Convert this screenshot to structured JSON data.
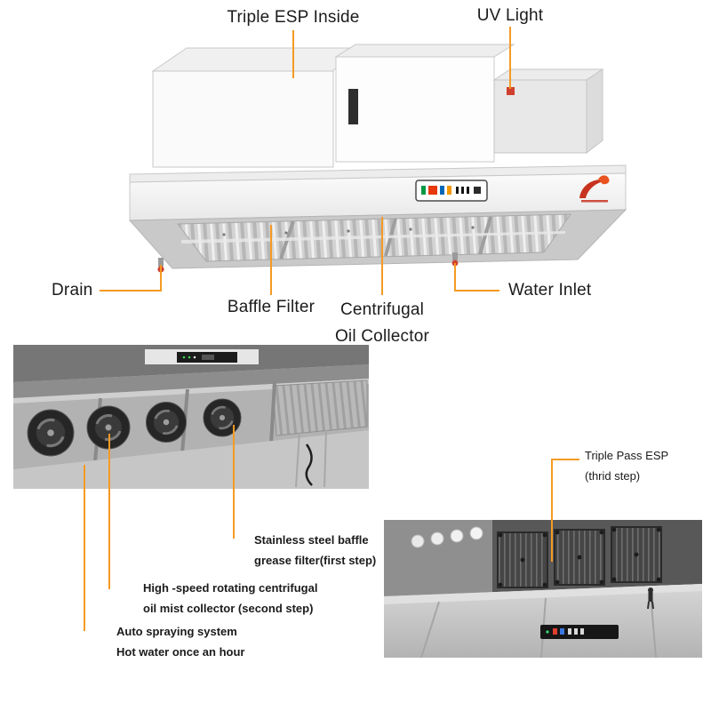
{
  "colors": {
    "connector": "#F59A23",
    "text": "#1B1B1B",
    "logo_red": "#C7331F",
    "fitting_red": "#D0402E"
  },
  "hood_diagram": {
    "labels": {
      "triple_esp": "Triple ESP Inside",
      "uv_light": "UV Light",
      "drain": "Drain",
      "baffle_filter": "Baffle Filter",
      "centrifugal_oil_collector": [
        "Centrifugal",
        "Oil Collector"
      ],
      "water_inlet": "Water Inlet"
    }
  },
  "detail_section": {
    "labels": {
      "triple_pass_esp": [
        "Triple Pass ESP",
        "(thrid step)"
      ],
      "stainless_baffle": [
        "Stainless steel baffle",
        "grease filter(first step)"
      ],
      "high_speed": [
        "High -speed rotating centrifugal",
        "oil mist collector (second step)"
      ],
      "auto_spray": [
        "Auto spraying system",
        "Hot water once an hour"
      ]
    }
  }
}
